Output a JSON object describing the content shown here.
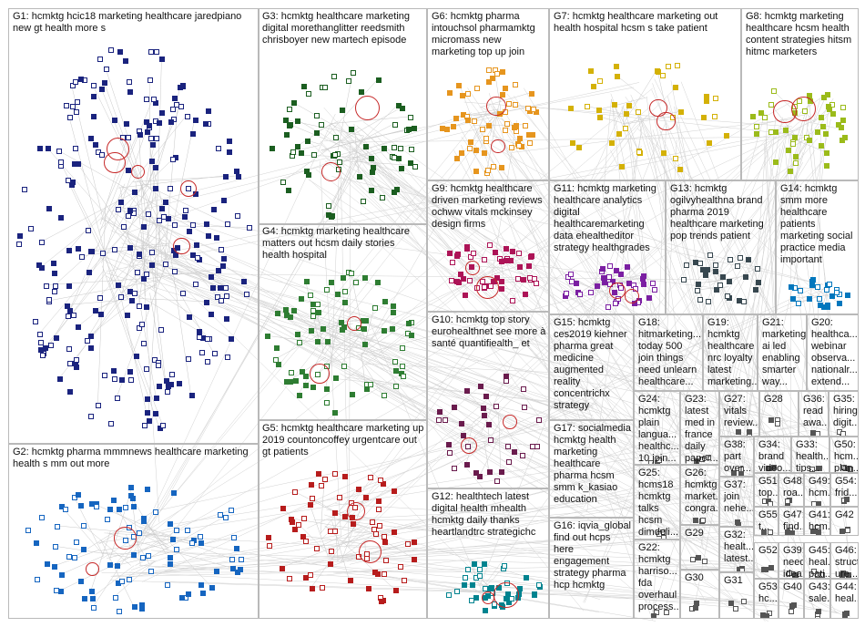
{
  "graph_title": "",
  "groups": [
    {
      "id": "G1",
      "label": "G1: hcmktg hcic18 marketing healthcare jaredpiano new gt health more s",
      "color": "#1a237e"
    },
    {
      "id": "G2",
      "label": "G2: hcmktg pharma mmmnews healthcare marketing health s mm out more",
      "color": "#1565c0"
    },
    {
      "id": "G3",
      "label": "G3: hcmktg healthcare marketing digital morethanglitter reedsmith chrisboyer new martech episode",
      "color": "#1b5e20"
    },
    {
      "id": "G4",
      "label": "G4: hcmktg marketing healthcare matters out hcsm daily stories health hospital",
      "color": "#2e7d32"
    },
    {
      "id": "G5",
      "label": "G5: hcmktg healthcare marketing up 2019 countoncoffey urgentcare out gt patients",
      "color": "#b71c1c"
    },
    {
      "id": "G6",
      "label": "G6: hcmktg pharma intouchsol pharmamktg micromass new marketing top up join",
      "color": "#e6951e"
    },
    {
      "id": "G7",
      "label": "G7: hcmktg healthcare marketing out health hospital hcsm s take patient",
      "color": "#d4b106"
    },
    {
      "id": "G8",
      "label": "G8: hcmktg marketing healthcare hcsm health content strategies hitsm hitmc marketers",
      "color": "#9bbb1a"
    },
    {
      "id": "G9",
      "label": "G9: hcmktg healthcare driven marketing reviews ochww vitals mckinsey design firms",
      "color": "#ad1457"
    },
    {
      "id": "G10",
      "label": "G10: hcmktg top story eurohealthnet see more à santé quantifiealth_ et",
      "color": "#6a1b4d"
    },
    {
      "id": "G11",
      "label": "G11: hcmktg marketing healthcare analytics digital healthcaremarketing data ehealtheditor strategy healthgrades",
      "color": "#7b1fa2"
    },
    {
      "id": "G12",
      "label": "G12: healthtech latest digital health mhealth hcmktg daily thanks heartlandtrc strategichc",
      "color": "#00838f"
    },
    {
      "id": "G13",
      "label": "G13: hcmktg ogilvyhealthna brand pharma 2019 healthcare marketing pop trends patient",
      "color": "#37474f"
    },
    {
      "id": "G14",
      "label": "G14: hcmktg smm more healthcare patients marketing social practice media important",
      "color": "#0277bd"
    },
    {
      "id": "G15",
      "label": "G15: hcmktg ces2019 kiehner pharma great medicine augmented reality concentrichx strategy",
      "color": "#283593"
    },
    {
      "id": "G16",
      "label": "G16: iqvia_global find out hcps here engagement strategy pharma hcp hcmktg",
      "color": "#00695c"
    },
    {
      "id": "G17",
      "label": "G17: socialmedia hcmktg health marketing healthcare pharma hcsm smm k_kasiao education",
      "color": "#4527a0"
    },
    {
      "id": "G18",
      "label": "G18: hitmarketing... today 500 join things need unlearn healthcare...",
      "color": "#555555"
    },
    {
      "id": "G19",
      "label": "G19: hcmktg healthcare nrc loyalty latest marketing...",
      "color": "#8d6e63"
    },
    {
      "id": "G20",
      "label": "G20: healthca... webinar observa... nationalr... extend...",
      "color": "#5d4037"
    },
    {
      "id": "G21",
      "label": "G21: marketing ai led enabling smarter way...",
      "color": "#6d4c41"
    },
    {
      "id": "G22",
      "label": "G22: hcmktg harriso... fda overhaul process...",
      "color": "#555555"
    },
    {
      "id": "G23",
      "label": "G23: latest med in france daily paper...",
      "color": "#555555"
    },
    {
      "id": "G24",
      "label": "G24: hcmktg plain langua... healthc... 10 join...",
      "color": "#555555"
    },
    {
      "id": "G25",
      "label": "G25: hcms18 hcmktg talks hcsm dimdeli...",
      "color": "#555555"
    },
    {
      "id": "G26",
      "label": "G26: hcmktg market... congra...",
      "color": "#555555"
    },
    {
      "id": "G27",
      "label": "G27: vitals review...",
      "color": "#555555"
    },
    {
      "id": "G28",
      "label": "G28",
      "color": "#555555"
    },
    {
      "id": "G29",
      "label": "G29",
      "color": "#555555"
    },
    {
      "id": "G30",
      "label": "G30",
      "color": "#555555"
    },
    {
      "id": "G31",
      "label": "G31",
      "color": "#555555"
    },
    {
      "id": "G32",
      "label": "G32: healt... latest...",
      "color": "#555555"
    },
    {
      "id": "G33",
      "label": "G33: health... tips...",
      "color": "#555555"
    },
    {
      "id": "G34",
      "label": "G34: brand video...",
      "color": "#555555"
    },
    {
      "id": "G35",
      "label": "G35: hiring digit...",
      "color": "#555555"
    },
    {
      "id": "G36",
      "label": "G36: read awa...",
      "color": "#555555"
    },
    {
      "id": "G37",
      "label": "G37: join nehe...",
      "color": "#555555"
    },
    {
      "id": "G38",
      "label": "G38: part over...",
      "color": "#555555"
    },
    {
      "id": "G39",
      "label": "G39: need idea...",
      "color": "#555555"
    },
    {
      "id": "G40",
      "label": "G40",
      "color": "#555555"
    },
    {
      "id": "G41",
      "label": "G41: hcm...",
      "color": "#555555"
    },
    {
      "id": "G42",
      "label": "G42",
      "color": "#555555"
    },
    {
      "id": "G43",
      "label": "G43: sale...",
      "color": "#555555"
    },
    {
      "id": "G44",
      "label": "G44: heal...",
      "color": "#555555"
    },
    {
      "id": "G45",
      "label": "G45: heal... pati...",
      "color": "#555555"
    },
    {
      "id": "G46",
      "label": "G46: struct ure...",
      "color": "#555555"
    },
    {
      "id": "G47",
      "label": "G47: find...",
      "color": "#555555"
    },
    {
      "id": "G48",
      "label": "G48: roa...",
      "color": "#555555"
    },
    {
      "id": "G49",
      "label": "G49: hcm...",
      "color": "#555555"
    },
    {
      "id": "G50",
      "label": "G50: hcm... plan...",
      "color": "#555555"
    },
    {
      "id": "G51",
      "label": "G51: top...",
      "color": "#555555"
    },
    {
      "id": "G52",
      "label": "G52",
      "color": "#555555"
    },
    {
      "id": "G53",
      "label": "G53: hc...",
      "color": "#555555"
    },
    {
      "id": "G54",
      "label": "G54: frid...",
      "color": "#555555"
    },
    {
      "id": "G55",
      "label": "G55: t...",
      "color": "#555555"
    }
  ]
}
